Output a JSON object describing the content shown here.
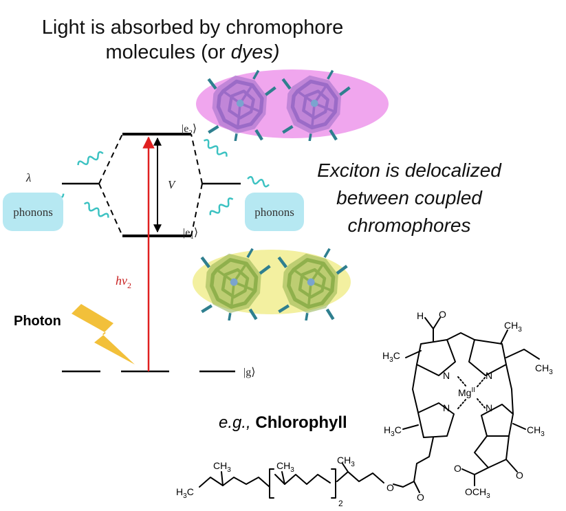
{
  "title": {
    "line1": "Light is absorbed by chromophore",
    "line2_text": "molecules (or ",
    "line2_italic": "dyes)"
  },
  "exciton_text": {
    "line1": "Exciton is delocalized",
    "line2": "between coupled",
    "line3": "chromophores"
  },
  "photon_label": "Photon",
  "example": {
    "prefix": "e.g.,",
    "name": "Chlorophyll"
  },
  "energy_diagram": {
    "lambda": "λ",
    "phonons_left": "phonons",
    "phonons_right": "phonons",
    "state_e2": "|e",
    "state_e2_sub": "2",
    "state_e1": "|e",
    "state_e1_sub": "1",
    "state_g": "|g⟩",
    "coupling": "V",
    "photon_energy": "hν",
    "photon_energy_sub": "2",
    "ket_close": "⟩"
  },
  "colors": {
    "magenta_blob": "#f0a6ee",
    "yellow_blob": "#f3f0a0",
    "phonon_box": "#b6e8f2",
    "wiggle": "#3cc2c2",
    "excitation_arrow": "#e02020",
    "lightning": "#f2c03a",
    "molecule_purple": "#9b6bc7",
    "molecule_green": "#8fb04c"
  },
  "chlorophyll_labels": {
    "aldehyde_h": "H",
    "aldehyde_o": "O",
    "ch3": "CH",
    "sub3": "3",
    "h3c": "H",
    "n": "N",
    "mg": "Mg",
    "mg_ox": "II",
    "o": "O",
    "och3": "OCH",
    "repeat": "2"
  }
}
